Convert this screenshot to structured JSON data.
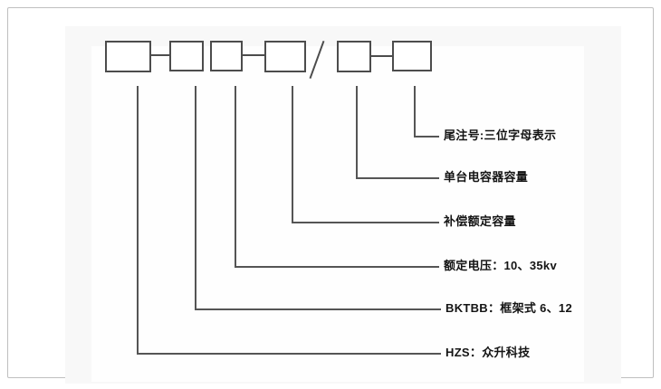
{
  "page": {
    "background_color": "#ffffff",
    "frame_border_color": "#bfbfbf",
    "scan_background_color": "#f8f8f8",
    "line_color": "#4c4c4c",
    "text_color": "#141414"
  },
  "diagram": {
    "type": "model-designation-legend",
    "box_count": 6,
    "separator_symbol": "/",
    "labels": [
      {
        "text": "尾注号:三位字母表示"
      },
      {
        "text": "单台电容器容量"
      },
      {
        "text": "补偿额定容量"
      },
      {
        "text": "额定电压：10、35kv"
      },
      {
        "text": "BKTBB：框架式 6、12"
      },
      {
        "text": "HZS：众升科技"
      }
    ]
  }
}
